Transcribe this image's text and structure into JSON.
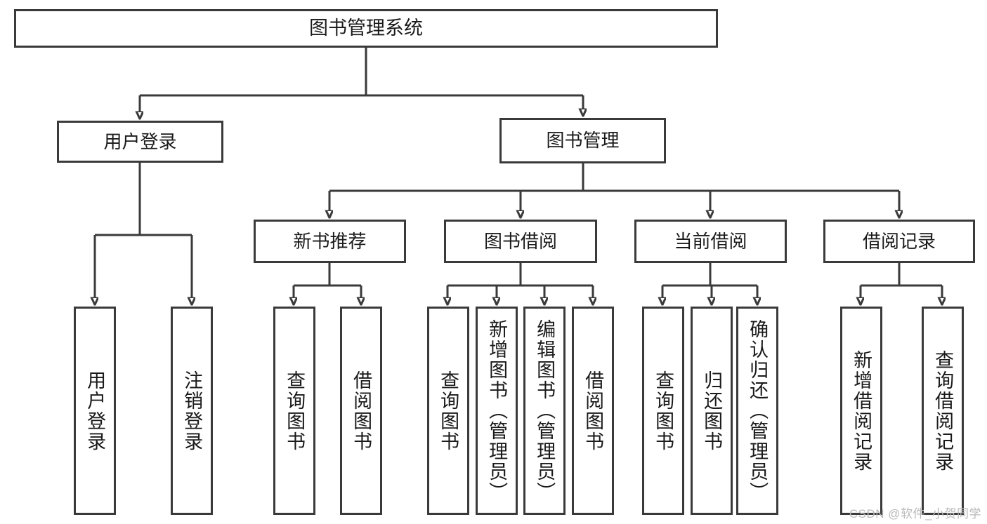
{
  "diagram": {
    "title": "图书管理系统",
    "type": "hierarchy-tree",
    "root": {
      "id": "root",
      "label": "图书管理系统"
    },
    "level1": [
      {
        "id": "user-login",
        "label": "用户登录"
      },
      {
        "id": "book-management",
        "label": "图书管理"
      }
    ],
    "level2": [
      {
        "id": "new-book-recommend",
        "label": "新书推荐",
        "parent": "book-management"
      },
      {
        "id": "book-borrow",
        "label": "图书借阅",
        "parent": "book-management"
      },
      {
        "id": "current-borrow",
        "label": "当前借阅",
        "parent": "book-management"
      },
      {
        "id": "borrow-record",
        "label": "借阅记录",
        "parent": "book-management"
      }
    ],
    "leaves": {
      "user_login": [
        {
          "id": "leaf-user-login",
          "label": "用户登录"
        },
        {
          "id": "leaf-user-logout",
          "label": "注销登录"
        }
      ],
      "new_book_recommend": [
        {
          "id": "leaf-query-book-1",
          "label": "查询图书"
        },
        {
          "id": "leaf-borrow-book-1",
          "label": "借阅图书"
        }
      ],
      "book_borrow": [
        {
          "id": "leaf-query-book-2",
          "label": "查询图书"
        },
        {
          "id": "leaf-add-book",
          "label": "新增图书（管理员）"
        },
        {
          "id": "leaf-edit-book",
          "label": "编辑图书（管理员）"
        },
        {
          "id": "leaf-borrow-book-2",
          "label": "借阅图书"
        }
      ],
      "current_borrow": [
        {
          "id": "leaf-query-book-3",
          "label": "查询图书"
        },
        {
          "id": "leaf-return-book",
          "label": "归还图书"
        },
        {
          "id": "leaf-confirm-return",
          "label": "确认归还（管理员）"
        }
      ],
      "borrow_record": [
        {
          "id": "leaf-add-record",
          "label": "新增借阅记录"
        },
        {
          "id": "leaf-query-record",
          "label": "查询借阅记录"
        }
      ]
    },
    "watermark": "CSDN @软件_小贺同学",
    "colors": {
      "stroke": "#3a3a3a",
      "fill": "#ffffff",
      "text": "#1a1a1a",
      "watermark": "#b9b9b9"
    }
  }
}
